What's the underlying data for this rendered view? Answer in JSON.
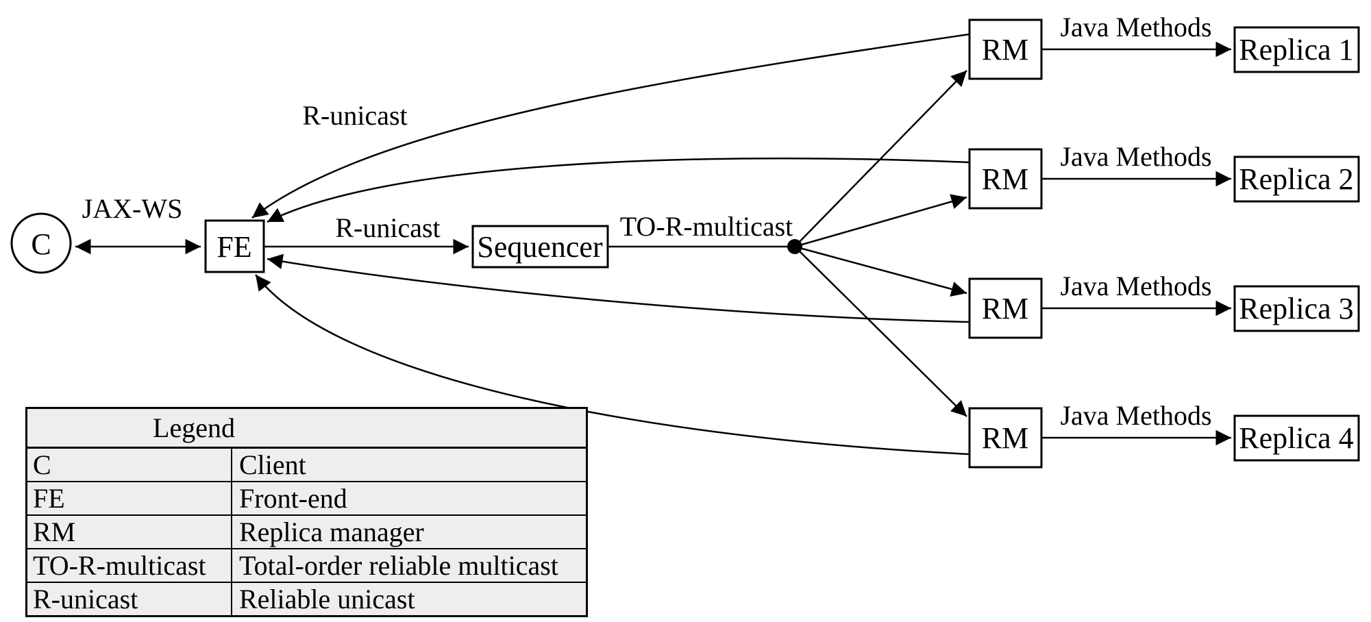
{
  "nodes": {
    "client": "C",
    "frontend": "FE",
    "sequencer": "Sequencer"
  },
  "edge_labels": {
    "jax_ws": "JAX-WS",
    "r_unicast_return": "R-unicast",
    "r_unicast_forward": "R-unicast",
    "to_r_multicast": "TO-R-multicast"
  },
  "replica_rows": [
    {
      "rm": "RM",
      "edge": "Java Methods",
      "replica": "Replica 1"
    },
    {
      "rm": "RM",
      "edge": "Java Methods",
      "replica": "Replica 2"
    },
    {
      "rm": "RM",
      "edge": "Java Methods",
      "replica": "Replica 3"
    },
    {
      "rm": "RM",
      "edge": "Java Methods",
      "replica": "Replica 4"
    }
  ],
  "legend": {
    "title": "Legend",
    "rows": [
      {
        "abbr": "C",
        "meaning": "Client"
      },
      {
        "abbr": "FE",
        "meaning": "Front-end"
      },
      {
        "abbr": "RM",
        "meaning": "Replica manager"
      },
      {
        "abbr": "TO-R-multicast",
        "meaning": "Total-order reliable multicast"
      },
      {
        "abbr": "R-unicast",
        "meaning": "Reliable unicast"
      }
    ]
  },
  "colors": {
    "ink": "#000000",
    "legend_background": "#eeeeee",
    "canvas_background": "#ffffff"
  }
}
